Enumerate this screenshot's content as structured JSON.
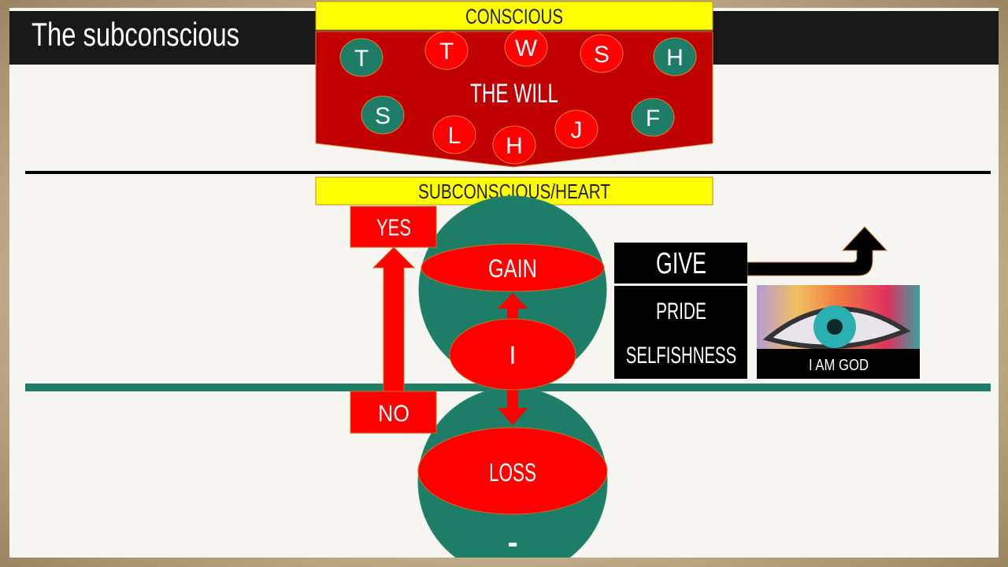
{
  "title": "The subconscious",
  "conscious": {
    "label": "CONSCIOUS",
    "will_label": "THE WILL",
    "circles": [
      {
        "letter": "T",
        "color": "green"
      },
      {
        "letter": "T",
        "color": "red"
      },
      {
        "letter": "W",
        "color": "red"
      },
      {
        "letter": "S",
        "color": "red"
      },
      {
        "letter": "H",
        "color": "green"
      },
      {
        "letter": "S",
        "color": "green"
      },
      {
        "letter": "L",
        "color": "red"
      },
      {
        "letter": "H",
        "color": "red"
      },
      {
        "letter": "J",
        "color": "red"
      },
      {
        "letter": "F",
        "color": "green"
      }
    ]
  },
  "subconscious": {
    "label": "SUBCONSCIOUS/HEART",
    "yes": "YES",
    "no": "NO",
    "gain": "GAIN",
    "self": "I",
    "loss": "LOSS",
    "minus": "-"
  },
  "side": {
    "give": "GIVE",
    "pride": "PRIDE",
    "selfishness": "SELFISHNESS",
    "image_caption": "I AM GOD"
  },
  "colors": {
    "red": "#ff0000",
    "dark_red": "#c00000",
    "green": "#1e7d66",
    "yellow": "#ffff00",
    "black": "#000000"
  }
}
